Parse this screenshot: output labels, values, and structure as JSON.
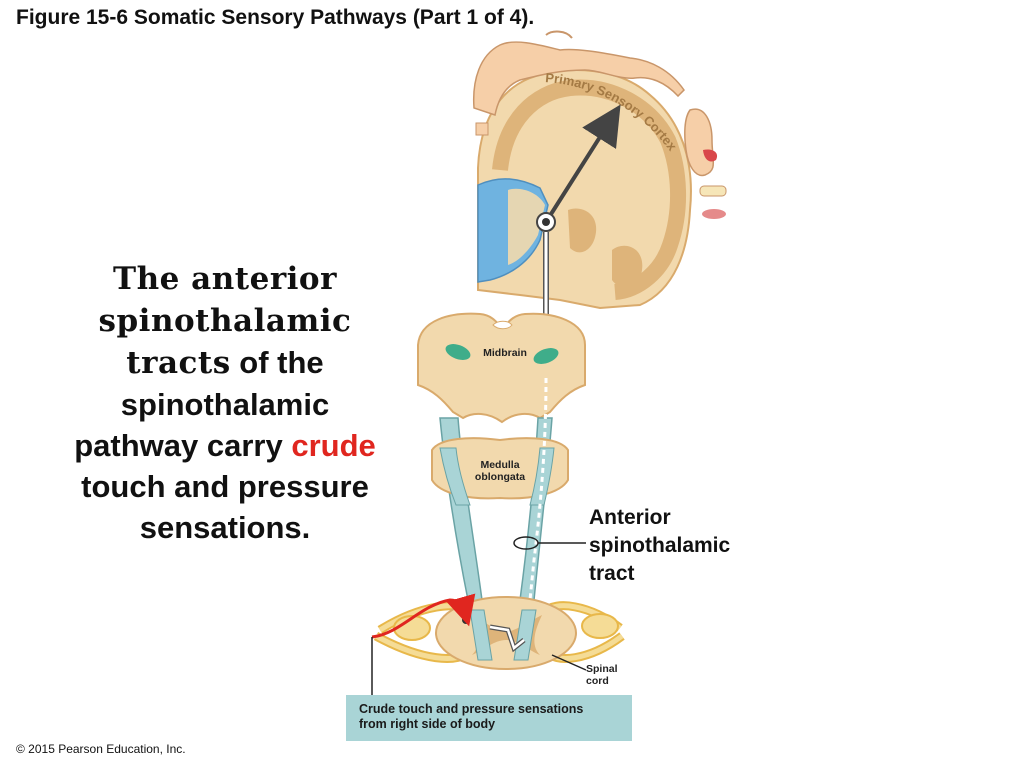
{
  "figure_title": "Figure 15-6 Somatic Sensory Pathways (Part 1 of 4).",
  "main_text": {
    "part1": "The anterior",
    "part2": "spinothalamic",
    "part3": "tracts",
    "part4": " of the",
    "part5": "spinothalamic",
    "part6": "pathway carry ",
    "part7": "crude",
    "part8": "touch and pressure",
    "part9": "sensations."
  },
  "labels": {
    "cortex": "Primary Sensory Cortex",
    "midbrain": "Midbrain",
    "medulla_1": "Medulla",
    "medulla_2": "oblongata",
    "tract_1": "Anterior",
    "tract_2": "spinothalamic",
    "tract_3": "tract",
    "spinal_1": "Spinal",
    "spinal_2": "cord"
  },
  "caption": {
    "line1": "Crude touch and pressure sensations",
    "line2": "from right side of body"
  },
  "copyright": "© 2015 Pearson Education, Inc.",
  "colors": {
    "tissue": "#f2d9ad",
    "tissue_edge": "#d9aa6c",
    "cortex_band": "#deb47a",
    "ventricle": "#6fb3e0",
    "tract": "#a9d4d6",
    "tract_edge": "#6aa3a5",
    "highlight": "#e0261f",
    "caption_bg": "#a9d4d6",
    "skin": "#f6cfa8"
  },
  "icons": [
    "homunculus-hand-icon",
    "homunculus-face-icon",
    "pathway-arrow-icon",
    "sensory-receptor-icon"
  ]
}
